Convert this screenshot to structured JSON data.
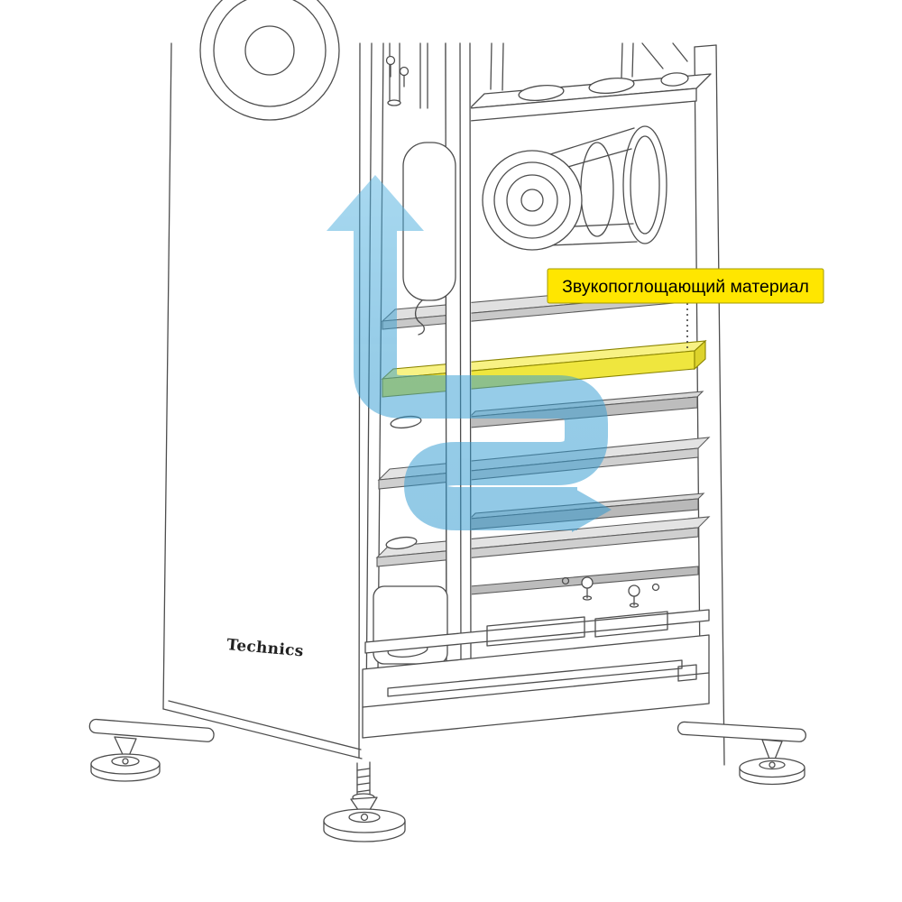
{
  "diagram": {
    "type": "technical-illustration",
    "subject": "Floorstanding speaker cutaway showing internal bracing shelves, airflow path and sound-absorbing material",
    "callout": {
      "text": "Звукопоглощающий материал",
      "bg": "#ffe600",
      "border": "#a39b00",
      "text_color": "#000000"
    },
    "brand": {
      "logo_text": "Technics"
    },
    "colors": {
      "airflow_blue": "#2f9ed6",
      "highlight_yellow": "#efe63e",
      "shelf_gray": "#dedede",
      "line": "#4d4d4d",
      "background": "#ffffff"
    }
  }
}
